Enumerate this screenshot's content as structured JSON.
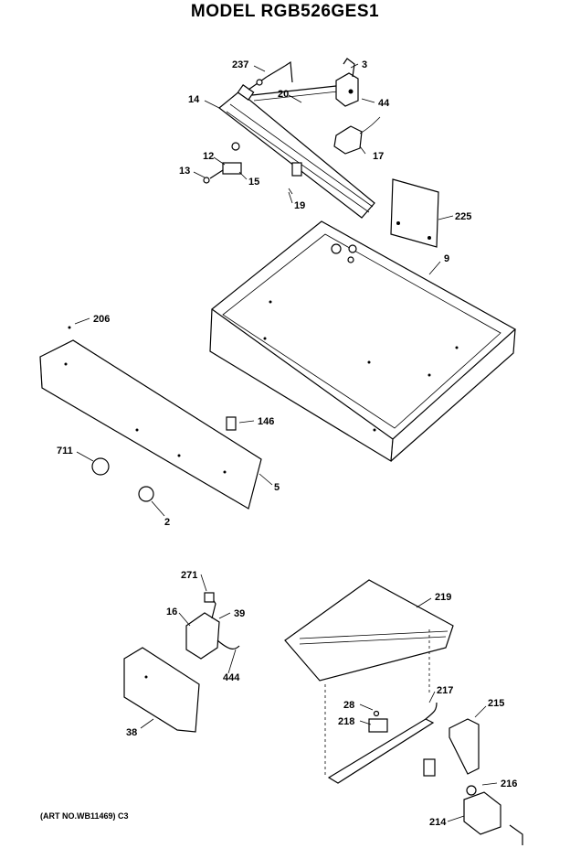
{
  "title": "MODEL RGB526GES1",
  "art_number": "(ART NO.WB11469) C3",
  "part_labels": [
    {
      "id": "p237",
      "text": "237"
    },
    {
      "id": "p3",
      "text": "3"
    },
    {
      "id": "p14",
      "text": "14"
    },
    {
      "id": "p20",
      "text": "20"
    },
    {
      "id": "p44",
      "text": "44"
    },
    {
      "id": "p12",
      "text": "12"
    },
    {
      "id": "p17",
      "text": "17"
    },
    {
      "id": "p13",
      "text": "13"
    },
    {
      "id": "p15",
      "text": "15"
    },
    {
      "id": "p19",
      "text": "19"
    },
    {
      "id": "p225",
      "text": "225"
    },
    {
      "id": "p9",
      "text": "9"
    },
    {
      "id": "p206",
      "text": "206"
    },
    {
      "id": "p146",
      "text": "146"
    },
    {
      "id": "p711",
      "text": "711"
    },
    {
      "id": "p5",
      "text": "5"
    },
    {
      "id": "p2",
      "text": "2"
    },
    {
      "id": "p271",
      "text": "271"
    },
    {
      "id": "p16",
      "text": "16"
    },
    {
      "id": "p39",
      "text": "39"
    },
    {
      "id": "p219",
      "text": "219"
    },
    {
      "id": "p444",
      "text": "444"
    },
    {
      "id": "p38",
      "text": "38"
    },
    {
      "id": "p28",
      "text": "28"
    },
    {
      "id": "p217",
      "text": "217"
    },
    {
      "id": "p215",
      "text": "215"
    },
    {
      "id": "p218",
      "text": "218"
    },
    {
      "id": "p216",
      "text": "216"
    },
    {
      "id": "p214",
      "text": "214"
    }
  ]
}
